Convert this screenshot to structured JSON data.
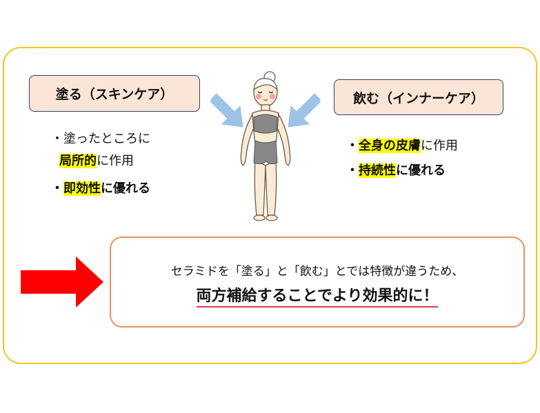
{
  "left": {
    "label": "塗る（スキンケア）",
    "bullet1_pre": "・塗ったところに",
    "bullet1_highlight": "局所的",
    "bullet1_post": "に作用",
    "bullet2_prefix": "・",
    "bullet2_highlight": "即効性",
    "bullet2_post": "に優れる"
  },
  "right": {
    "label": "飲む（インナーケア）",
    "bullet1_prefix": "・",
    "bullet1_highlight": "全身の皮膚",
    "bullet1_post": "に作用",
    "bullet2_prefix": "・",
    "bullet2_highlight": "持続性",
    "bullet2_post": "に優れる"
  },
  "summary": {
    "line1": "セラミドを「塗る」と「飲む」とでは特徴が違うため、",
    "line2": "両方補給することでより効果的に！"
  },
  "colors": {
    "frame": "#f5c518",
    "label_fill": "#fbe5d6",
    "highlight": "#ffff00",
    "arrow_blue": "#9dc3e6",
    "arrow_red": "#ff0000",
    "summary_border": "#e9925a"
  },
  "icons": {
    "figure": "woman-figure-illustration",
    "left_arrow": "blue-arrow-icon",
    "right_arrow": "blue-arrow-icon",
    "red_arrow": "red-arrow-icon"
  }
}
